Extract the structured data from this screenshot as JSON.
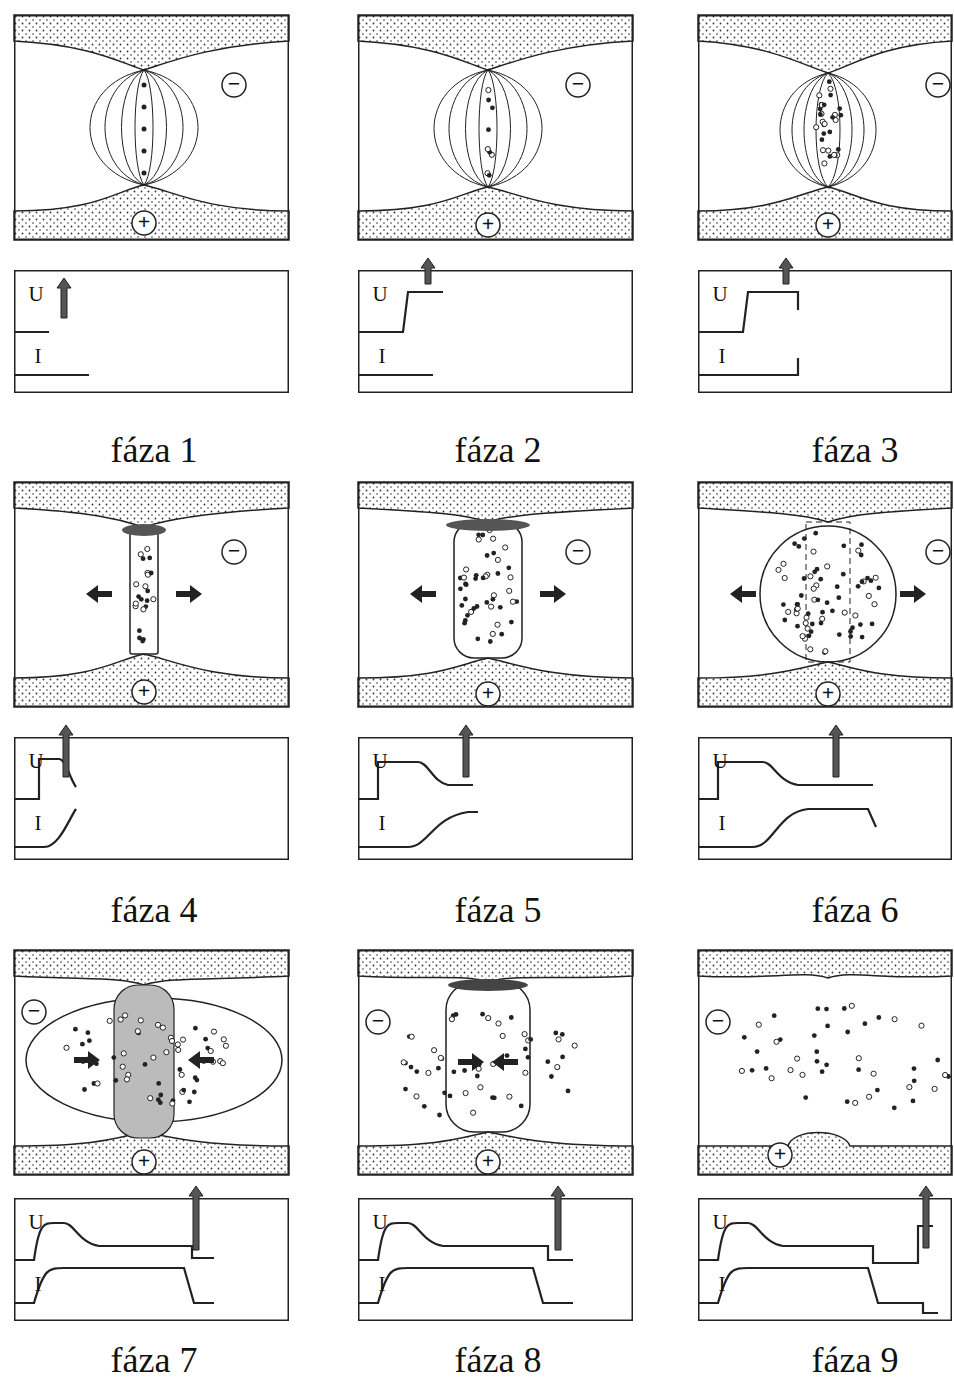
{
  "diagram": {
    "labels": [
      "−",
      "+",
      "U",
      "I",
      "fáza 1",
      "−",
      "+",
      "U",
      "I",
      "fáza 2",
      "−",
      "+",
      "U",
      "I",
      "fáza 3",
      "−",
      "+",
      "U",
      "I",
      "fáza 4",
      "−",
      "+",
      "U",
      "I",
      "fáza 5",
      "−",
      "+",
      "U",
      "I",
      "fáza 6",
      "−",
      "+",
      "U",
      "I",
      "fáza 7",
      "−",
      "+",
      "U",
      "I",
      "fáza 8",
      "−",
      "+",
      "U",
      "I",
      "fáza 9"
    ]
  }
}
